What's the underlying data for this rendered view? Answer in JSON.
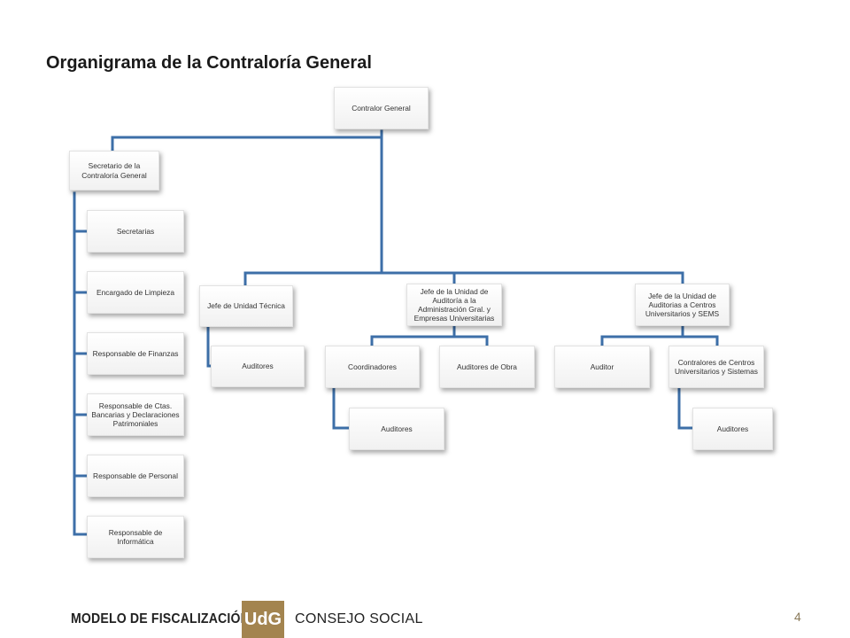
{
  "title": "Organigrama de la Contraloría General",
  "nodes": {
    "contralor": "Contralor General",
    "secretario": "Secretario de la Contraloría General",
    "secretarias": "Secretarias",
    "limpieza": "Encargado de Limpieza",
    "finanzas": "Responsable de Finanzas",
    "ctas": "Responsable de Ctas. Bancarias y Declaraciones Patrimoniales",
    "personal": "Responsable de Personal",
    "informatica": "Responsable de Informática",
    "jefe_tecnica": "Jefe de Unidad Técnica",
    "auditores_tecnica": "Auditores",
    "jefe_auditoria": "Jefe de la Unidad de Auditoría a la Administración Gral. y Empresas Universitarias",
    "coordinadores": "Coordinadores",
    "auditores_coord": "Auditores",
    "auditores_obra": "Auditores de Obra",
    "jefe_centros": "Jefe de la Unidad de Auditorias a Centros Universitarios y SEMS",
    "auditor": "Auditor",
    "contralores": "Contralores de Centros Universitarios y Sistemas",
    "auditores_contralores": "Auditores"
  },
  "footer": {
    "left": "MODELO DE FISCALIZACIÓN",
    "logo": "UdG",
    "right": "CONSEJO SOCIAL",
    "page": "4"
  },
  "colors": {
    "connector": "#4f81bd",
    "logo_bg": "#a3844f"
  }
}
